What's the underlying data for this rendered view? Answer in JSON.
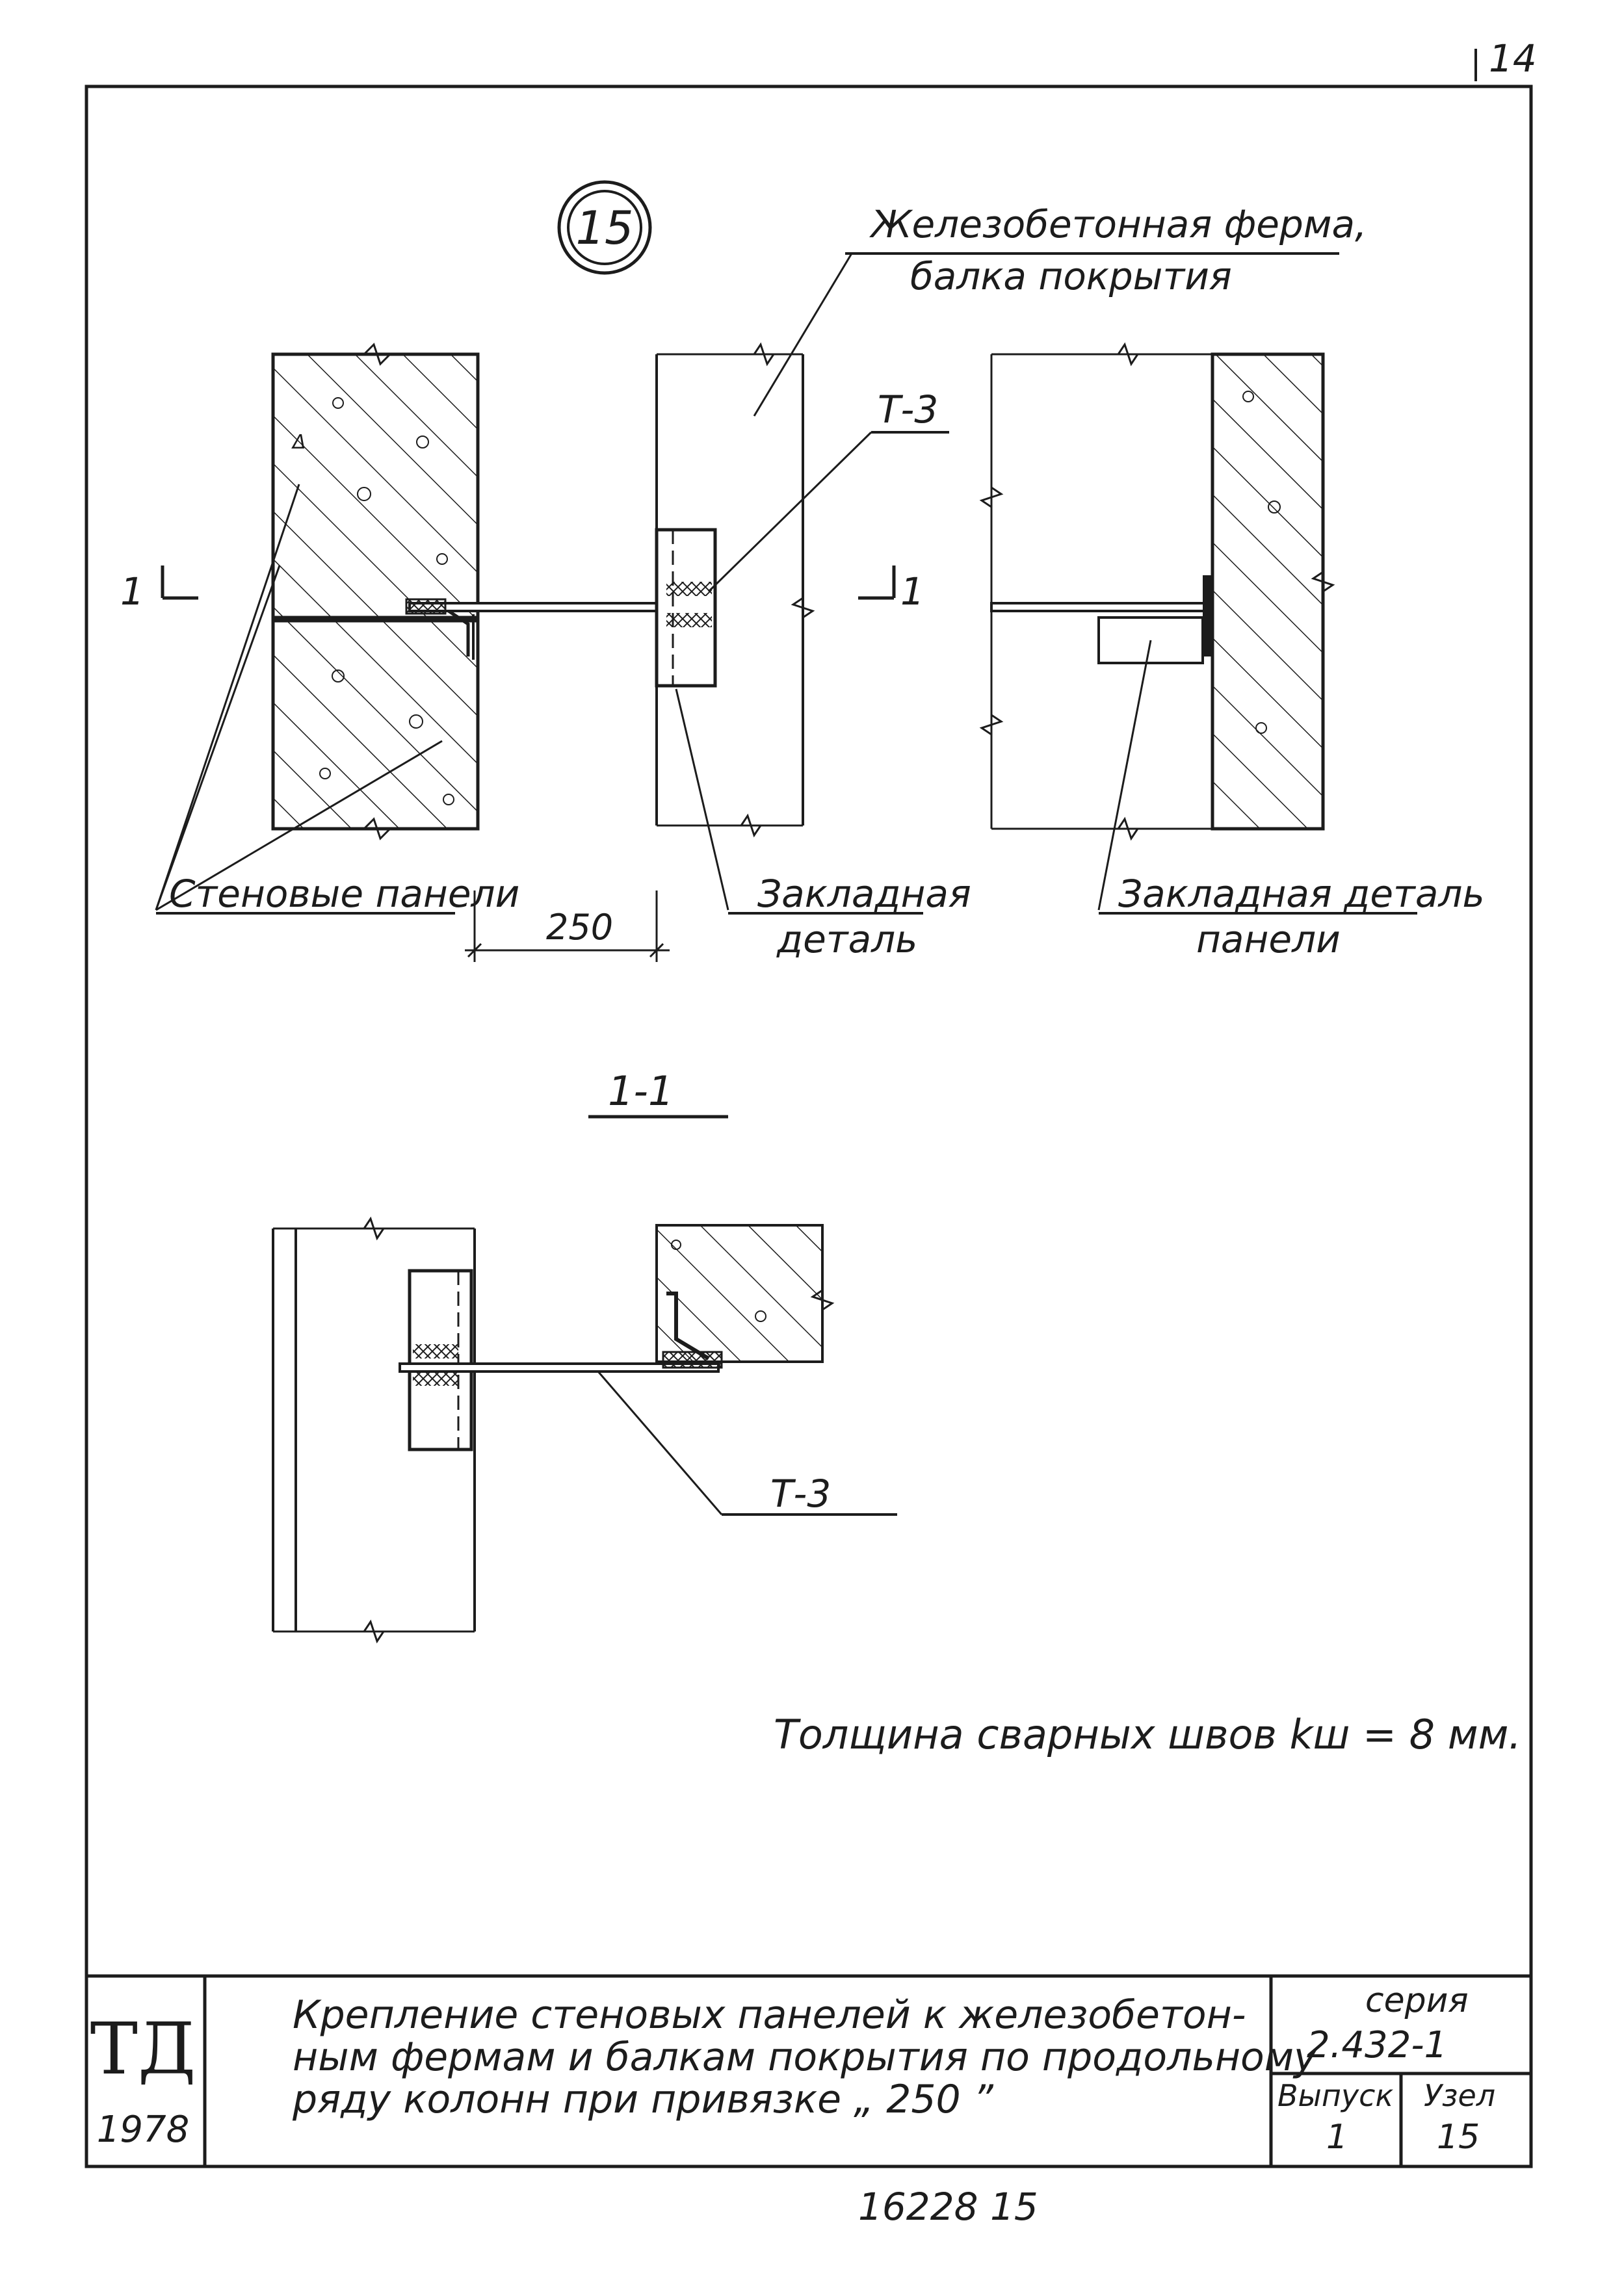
{
  "page_number": "14",
  "node_marker": "15",
  "labels": {
    "truss": "Железобетонная ферма,",
    "truss_line2": "балка покрытия",
    "t3_top": "Т-3",
    "section_left": "1",
    "section_right": "1",
    "wall_panels": "Стеновые панели",
    "dimension_250": "250",
    "embedded_part": "Закладная",
    "embedded_part_line2": "деталь",
    "panel_embedded_part": "Закладная деталь",
    "panel_embedded_part_line2": "панели",
    "section_title": "1-1",
    "t3_bottom": "Т-3",
    "weld_note": "Толщина сварных швов  kш = 8 мм."
  },
  "title_block": {
    "logo": "ТД",
    "year": "1978",
    "title_line1": "Крепление  стеновых  панелей  к  железобетон-",
    "title_line2": "ным  фермам и балкам  покрытия  по  продольному",
    "title_line3": "ряду  колонн  при привязке  „ 250 ”",
    "series_label": "серия",
    "series_value": "2.432-1",
    "issue_label": "Выпуск",
    "issue_value": "1",
    "node_label": "Узел",
    "node_value": "15"
  },
  "footer": "16228  15"
}
